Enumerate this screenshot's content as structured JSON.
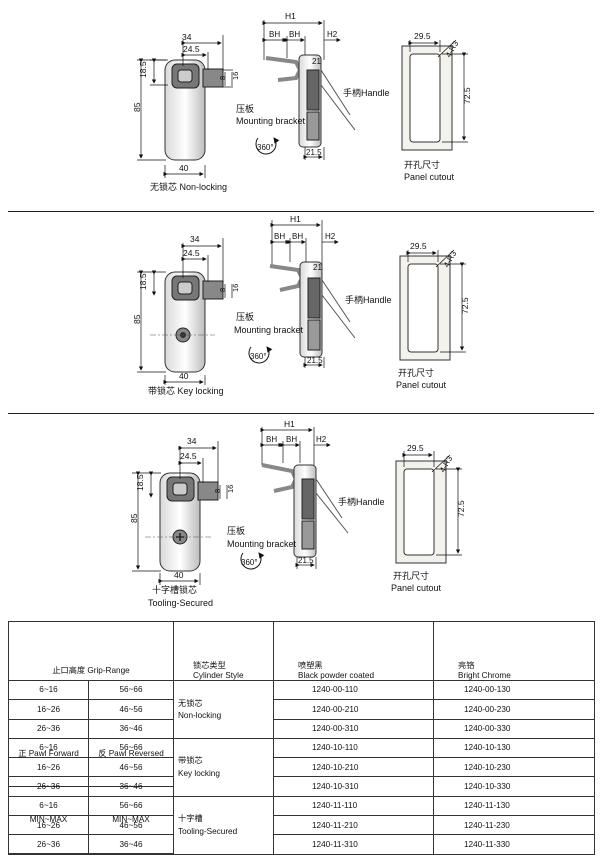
{
  "drawings": [
    {
      "dims": {
        "h1": "H1",
        "bh": "BH",
        "h2": "H2",
        "w34": "34",
        "w245": "24.5",
        "h185": "18.5",
        "h85": "85",
        "w40": "40",
        "h8": "8",
        "h16": "16",
        "r21": "21",
        "w215": "21.5",
        "rot": "360°"
      },
      "labels": {
        "bracket_cn": "压板",
        "bracket_en": "Mounting bracket",
        "handle": "手柄Handle",
        "body_caption": "无锁芯 Non-locking"
      },
      "cutout": {
        "w": "29.5",
        "r": "4-R3",
        "h": "72.5",
        "cn": "开孔尺寸",
        "en": "Panel cutout"
      }
    },
    {
      "dims": {
        "h1": "H1",
        "bh": "BH",
        "h2": "H2",
        "w34": "34",
        "w245": "24.5",
        "h185": "18.5",
        "h85": "85",
        "w40": "40",
        "h8": "8",
        "h16": "16",
        "r21": "21",
        "w215": "21.5",
        "rot": "360°"
      },
      "labels": {
        "bracket_cn": "压板",
        "bracket_en": "Mounting bracket",
        "handle": "手柄Handle",
        "body_caption": "带锁芯 Key locking"
      },
      "cutout": {
        "w": "29.5",
        "r": "4-R3",
        "h": "72.5",
        "cn": "开孔尺寸",
        "en": "Panel cutout"
      }
    },
    {
      "dims": {
        "h1": "H1",
        "bh": "BH",
        "h2": "H2",
        "w34": "34",
        "w245": "24.5",
        "h185": "18.5",
        "h85": "85",
        "w40": "40",
        "h8": "8",
        "h16": "16",
        "r21": "21",
        "w215": "21.5",
        "rot": "360°"
      },
      "labels": {
        "bracket_cn": "压板",
        "bracket_en": "Mounting bracket",
        "handle": "手柄Handle",
        "body_caption": "十字槽锁芯",
        "body_caption2": "Tooling-Secured"
      },
      "cutout": {
        "w": "29.5",
        "r": "4-R3",
        "h": "72.5",
        "cn": "开孔尺寸",
        "en": "Panel cutout"
      }
    }
  ],
  "table": {
    "grip_range": "止口高度 Grip-Range",
    "forward": "正 Pawl Forward",
    "reversed": "反 Pawl Reversed",
    "minmax": "MIN~MAX",
    "cyl_cn": "锁芯类型",
    "cyl_en": "Cylinder Style",
    "black_cn": "喷塑黑",
    "black_en": "Black powder coated",
    "chrome_cn": "亮铬",
    "chrome_en": "Bright Chrome",
    "groups": [
      {
        "cn": "无锁芯",
        "en": "Non-locking",
        "rows": [
          {
            "fwd": "6~16",
            "rev": "56~66",
            "black": "1240-00-110",
            "chrome": "1240-00-130"
          },
          {
            "fwd": "16~26",
            "rev": "46~56",
            "black": "1240-00-210",
            "chrome": "1240-00-230"
          },
          {
            "fwd": "26~36",
            "rev": "36~46",
            "black": "1240-00-310",
            "chrome": "1240-00-330"
          }
        ]
      },
      {
        "cn": "带锁芯",
        "en": "Key locking",
        "rows": [
          {
            "fwd": "6~16",
            "rev": "56~66",
            "black": "1240-10-110",
            "chrome": "1240-10-130"
          },
          {
            "fwd": "16~26",
            "rev": "46~56",
            "black": "1240-10-210",
            "chrome": "1240-10-230"
          },
          {
            "fwd": "26~36",
            "rev": "36~46",
            "black": "1240-10-310",
            "chrome": "1240-10-330"
          }
        ]
      },
      {
        "cn": "十字槽",
        "en": "Tooling-Secured",
        "rows": [
          {
            "fwd": "6~16",
            "rev": "56~66",
            "black": "1240-11-110",
            "chrome": "1240-11-130"
          },
          {
            "fwd": "16~26",
            "rev": "46~56",
            "black": "1240-11-210",
            "chrome": "1240-11-230"
          },
          {
            "fwd": "26~36",
            "rev": "36~46",
            "black": "1240-11-310",
            "chrome": "1240-11-330"
          }
        ]
      }
    ]
  }
}
